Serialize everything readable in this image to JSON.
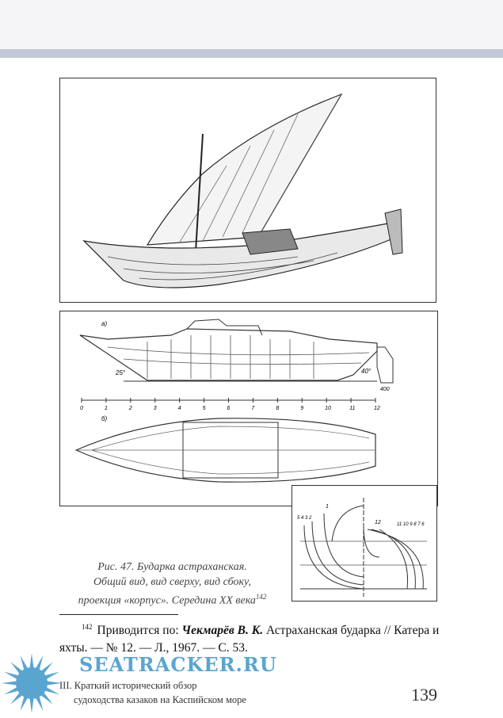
{
  "figure": {
    "side_view_label": "а)",
    "top_view_label": "б)",
    "angle_bow": "25°",
    "angle_stern": "40°",
    "dimension": "400",
    "scale_ticks": [
      "0",
      "1",
      "2",
      "3",
      "4",
      "5",
      "6",
      "7",
      "8",
      "9",
      "10",
      "11",
      "12"
    ],
    "body_plan_left": "5 4 3 2",
    "body_plan_top": "1",
    "body_plan_mid": "12",
    "body_plan_right": "11 10 9 8 7 6"
  },
  "caption": {
    "line1": "Рис. 47. Бударка астраханская.",
    "line2": "Общий вид, вид сверху, вид сбоку,",
    "line3": "проекция «корпус». Середина XX века",
    "ref": "142"
  },
  "footnote": {
    "number": "142",
    "prefix": "Приводится по:",
    "author": "Чекмарёв В. К.",
    "text": "Астраханская бударка // Катера и яхты. — № 12. — Л., 1967. — С. 53."
  },
  "footer": {
    "line1": "III. Краткий исторический обзор",
    "line2": "судоходства казаков на Каспийском море",
    "page_number": "139"
  },
  "watermark": {
    "text": "SEATRACKER.RU",
    "color": "#5aa5d0"
  }
}
